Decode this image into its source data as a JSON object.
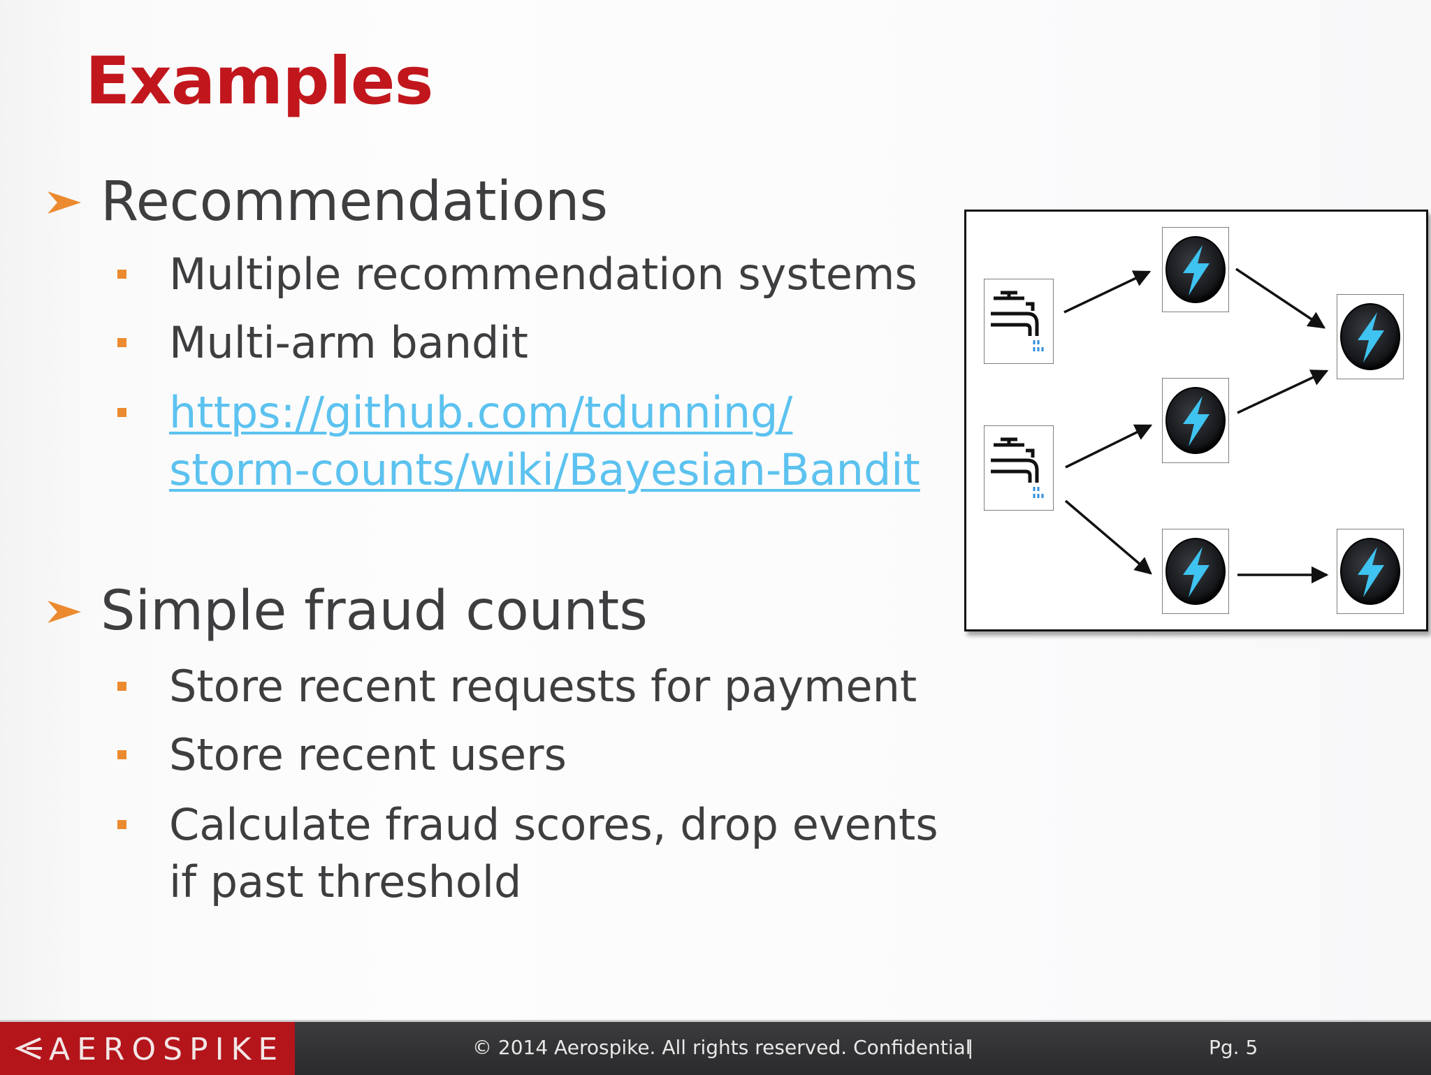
{
  "slide": {
    "title": "Examples",
    "sections": [
      {
        "heading": "Recommendations",
        "items": [
          "Multiple recommendation systems",
          "Multi-arm bandit"
        ],
        "link_lines": [
          "https://github.com/tdunning/",
          "storm-counts/wiki/Bayesian-Bandit"
        ]
      },
      {
        "heading": "Simple fraud counts",
        "items": [
          "Store recent requests for payment",
          "Store recent users"
        ],
        "multiline_item": [
          "Calculate fraud scores, drop events",
          "if past threshold"
        ]
      }
    ]
  },
  "diagram": {
    "spout_icon": "faucet-icon",
    "bolt_icon": "lightning-bolt-icon",
    "bolt_color": "#3fc3f0",
    "spout_drip_color": "#2f8fe0"
  },
  "footer": {
    "logo": "AEROSPIKE",
    "copyright": "© 2014 Aerospike. All rights reserved. Confidential",
    "separator": "|",
    "page": "Pg. 5"
  },
  "colors": {
    "title": "#c2161d",
    "bullet_arrow": "#ec8a2f",
    "bullet_square": "#ec8a2f",
    "link": "#5cc2ef",
    "footer_logo_bg": "#b4151b",
    "footer_bg": "#333335"
  }
}
